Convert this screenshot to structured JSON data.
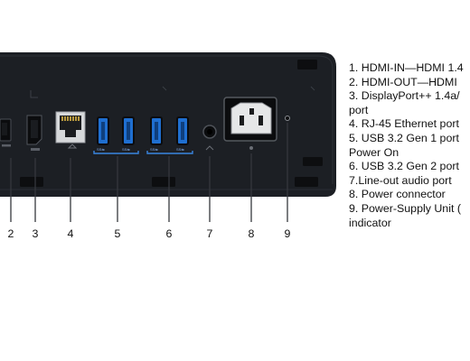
{
  "callouts": [
    "2",
    "3",
    "4",
    "5",
    "6",
    "7",
    "8",
    "9"
  ],
  "legend": [
    "1. HDMI-IN—HDMI 1.4",
    "2. HDMI-OUT—HDMI",
    "3. DisplayPort++ 1.4a/",
    "port",
    "4. RJ-45 Ethernet port",
    "5. USB 3.2 Gen 1 port",
    "Power On",
    "6. USB 3.2 Gen 2 port",
    "7.Line-out audio port",
    "8. Power connector",
    "9. Power-Supply Unit (",
    "indicator"
  ],
  "colors": {
    "chassis": "#1c1f24",
    "port_black": "#0b0c0e",
    "usb_blue": "#1f6fd1",
    "bracket_blue": "#3a86e0",
    "leader_line": "#35383d"
  }
}
